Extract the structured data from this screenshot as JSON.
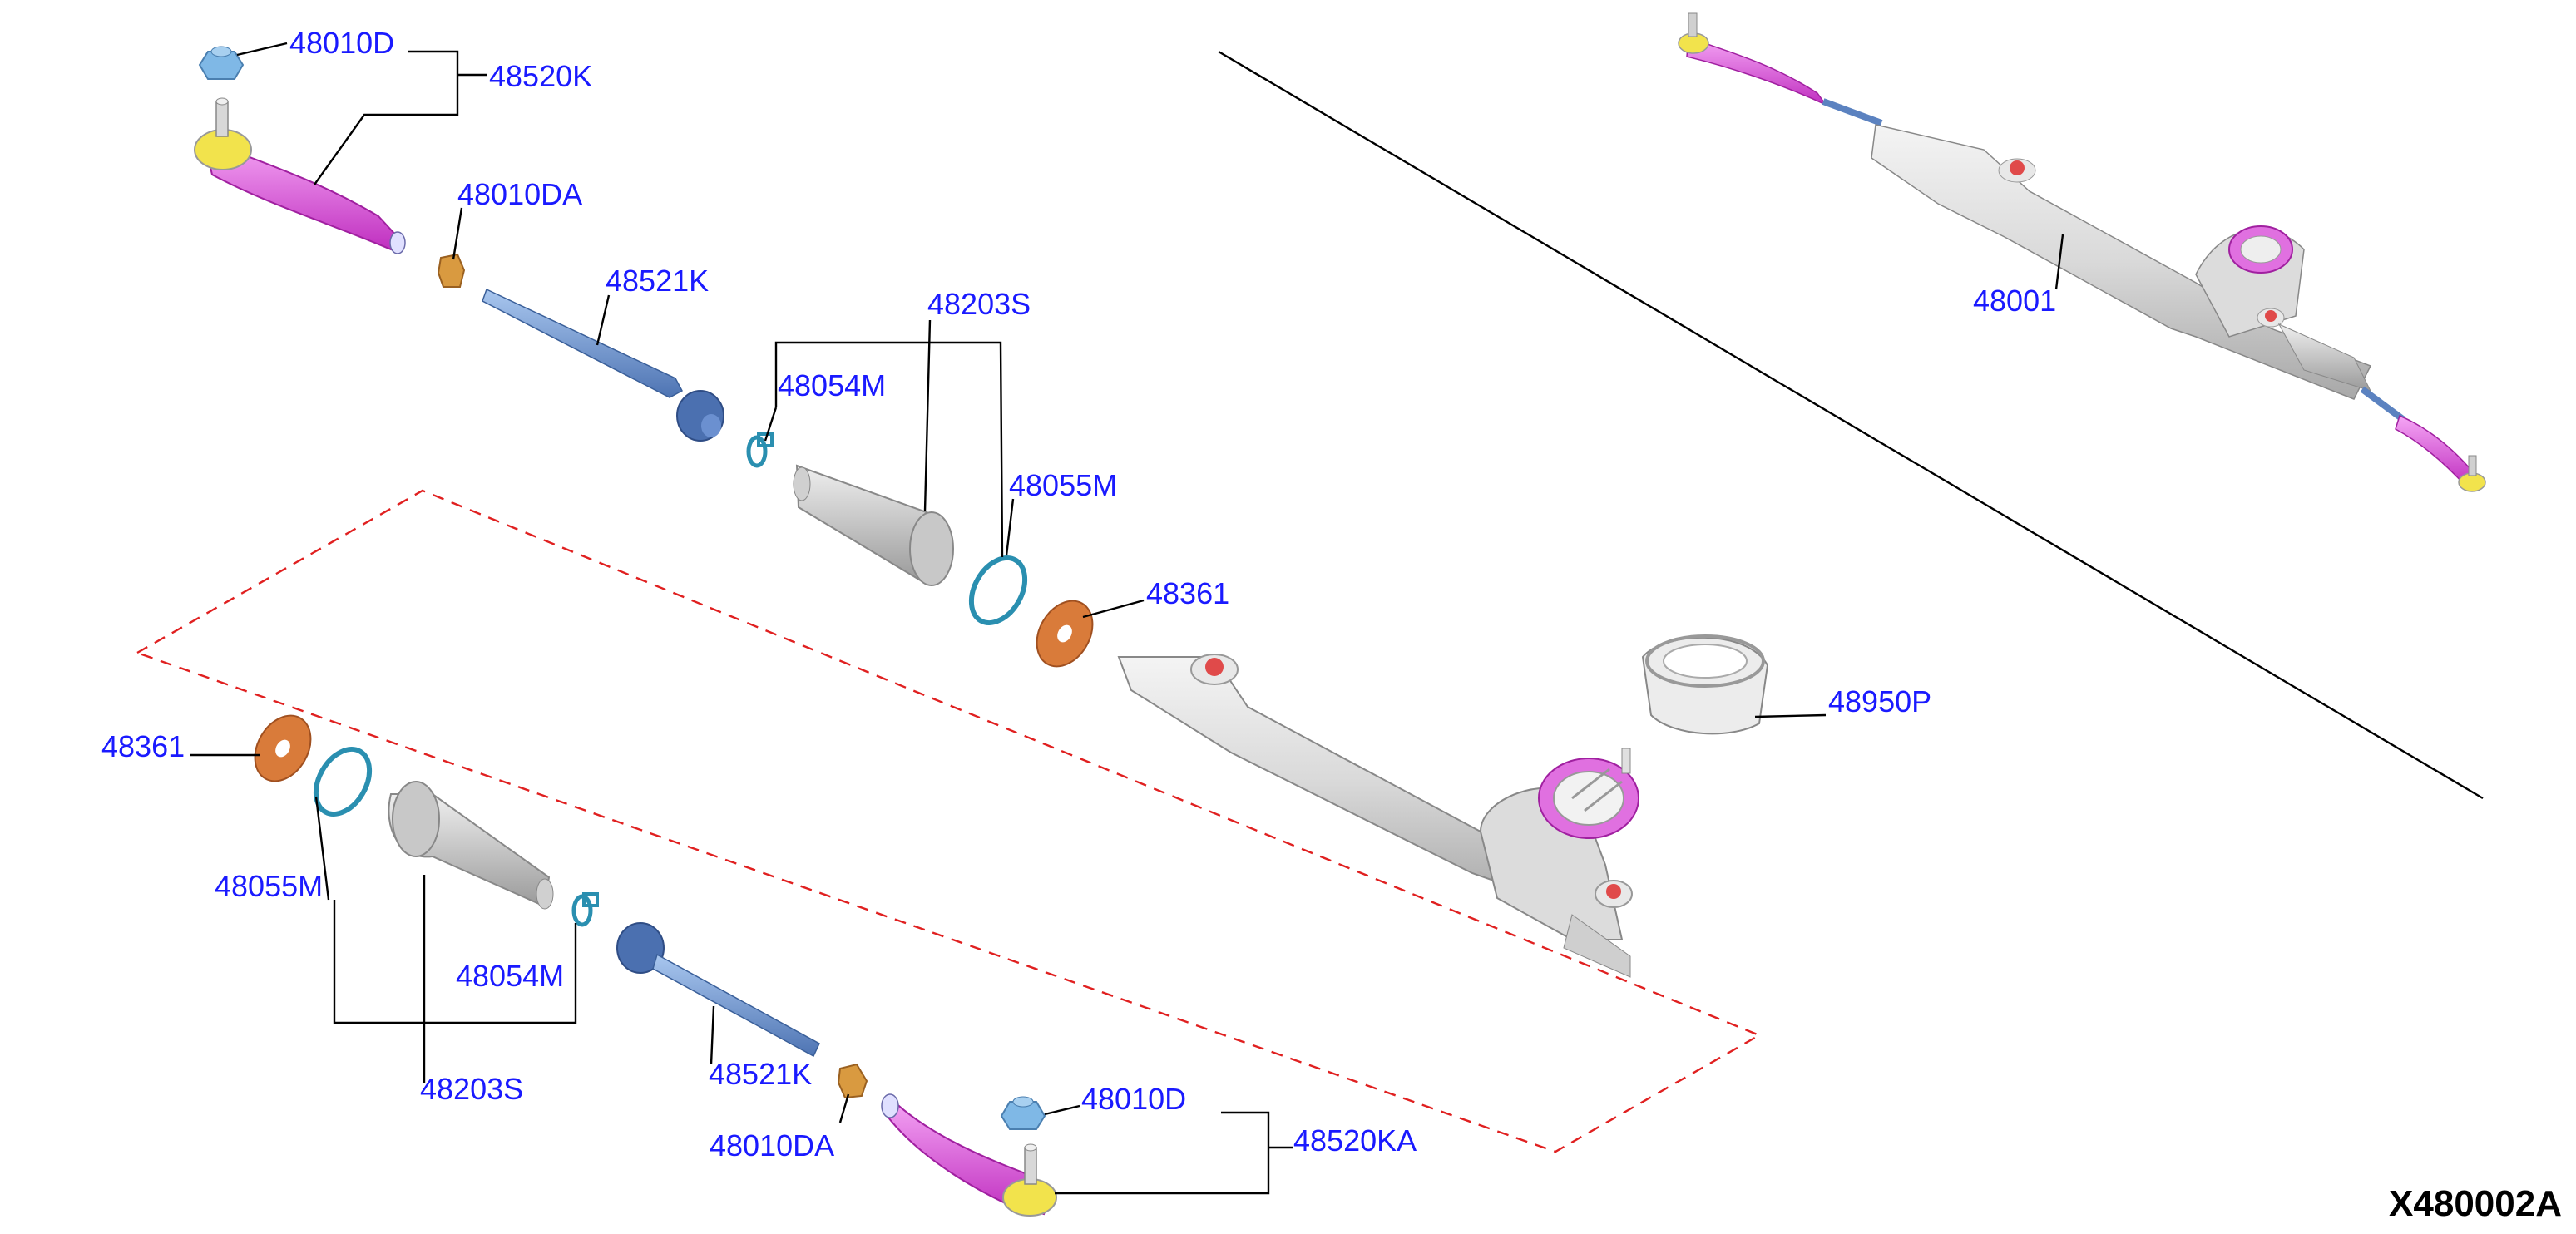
{
  "figure_id": "X480002A",
  "parts": {
    "p48010D_top": "48010D",
    "p48520K": "48520K",
    "p48010DA_top": "48010DA",
    "p48521K_top": "48521K",
    "p48203S_top": "48203S",
    "p48054M_top": "48054M",
    "p48055M_top": "48055M",
    "p48361_top": "48361",
    "p48001": "48001",
    "p48950P": "48950P",
    "p48361_bottom": "48361",
    "p48055M_bottom": "48055M",
    "p48054M_bottom": "48054M",
    "p48203S_bottom": "48203S",
    "p48521K_bottom": "48521K",
    "p48010DA_bottom": "48010DA",
    "p48010D_bottom": "48010D",
    "p48520KA": "48520KA"
  },
  "colors": {
    "label": "#1a1aff",
    "tie_rod_end": "#e070e0",
    "nut_yellow": "#f2e34c",
    "nut_blue": "#7fb8e6",
    "washer": "#d97b3a",
    "boot": "#c8c8c8",
    "clamp": "#2a8fb0",
    "housing": "#d8d8d8",
    "dashed_outline": "#e02020"
  }
}
